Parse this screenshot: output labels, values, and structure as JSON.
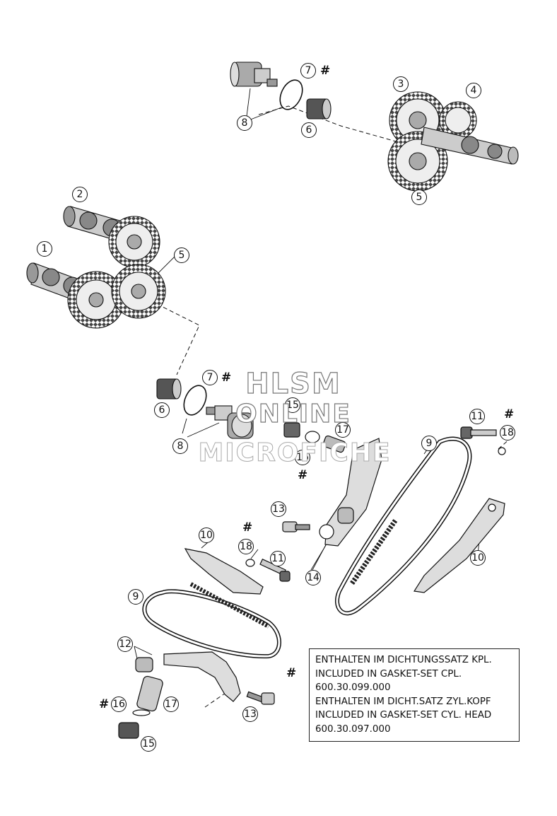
{
  "callouts": {
    "c1": "1",
    "c2": "2",
    "c3": "3",
    "c4": "4",
    "c5a": "5",
    "c5b": "5",
    "c6a": "6",
    "c6b": "6",
    "c7a": "7",
    "c7b": "7",
    "c8a": "8",
    "c8b": "8",
    "c9a": "9",
    "c9b": "9",
    "c10a": "10",
    "c10b": "10",
    "c11a": "11",
    "c11b": "11",
    "c12": "12",
    "c13a": "13",
    "c13b": "13",
    "c14": "14",
    "c15a": "15",
    "c15b": "15",
    "c16a": "16",
    "c16b": "16",
    "c17a": "17",
    "c17b": "17",
    "c18a": "18",
    "c18b": "18"
  },
  "hash_mark": "#",
  "watermark": {
    "line1": "HLSM",
    "line2": "ONLINE",
    "line3": "MICROFICHE"
  },
  "note": {
    "line1": "ENTHALTEN IM DICHTUNGSSATZ KPL.",
    "line2": "INCLUDED IN GASKET-SET CPL.",
    "line3": "600.30.099.000",
    "line4": "ENTHALTEN IM DICHT.SATZ ZYL.KOPF",
    "line5": "INCLUDED IN GASKET-SET CYL. HEAD",
    "line6": "600.30.097.000"
  }
}
